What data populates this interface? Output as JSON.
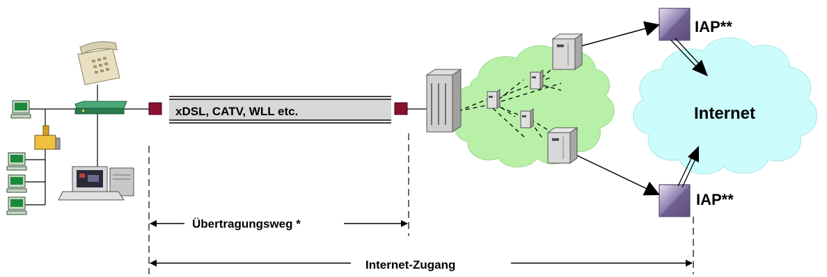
{
  "labels": {
    "link": "xDSL, CATV, WLL etc.",
    "internet": "Internet",
    "iap_top": "IAP**",
    "iap_bottom": "IAP**",
    "transmission_path": "Übertragungsweg *",
    "internet_access": "Internet-Zugang"
  },
  "colors": {
    "cloud_green": "#b8f0a8",
    "cloud_cyan": "#ccfcfc",
    "modem_red": "#8a1030",
    "modem_green": "#3a9a6a",
    "iap_purple": "#6a5a8a",
    "pipe_gray": "#d8d8d8"
  },
  "icons": [
    "telephone-icon",
    "splitter-icon",
    "pc-icon",
    "hub-icon",
    "desktop-computer-icon",
    "server-rack-icon",
    "router-icon",
    "iap-router-icon"
  ]
}
